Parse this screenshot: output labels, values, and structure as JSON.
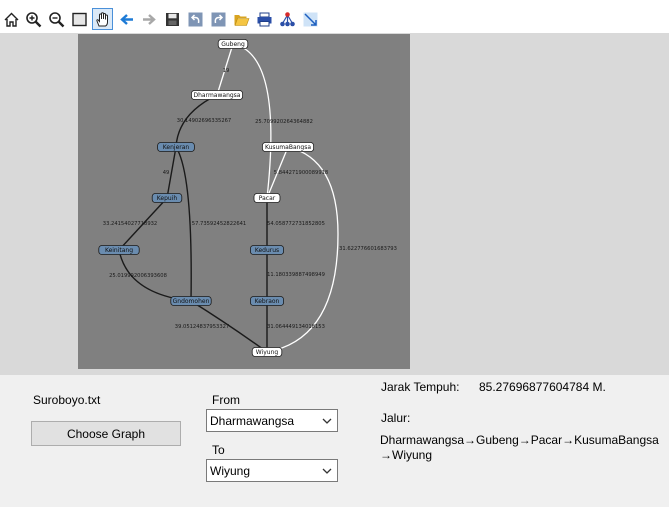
{
  "toolbar": {
    "buttons": [
      {
        "icon": "home-icon"
      },
      {
        "icon": "zoom-in-icon"
      },
      {
        "icon": "zoom-out-icon"
      },
      {
        "icon": "zoom-rect-icon"
      },
      {
        "icon": "pan-hand-icon",
        "active": true
      },
      {
        "icon": "back-arrow-icon"
      },
      {
        "icon": "forward-arrow-icon"
      },
      {
        "icon": "save-icon"
      },
      {
        "icon": "undo-icon"
      },
      {
        "icon": "redo-icon"
      },
      {
        "icon": "open-folder-icon"
      },
      {
        "icon": "print-icon"
      },
      {
        "icon": "tree-layout-icon"
      },
      {
        "icon": "resize-arrow-icon"
      }
    ]
  },
  "graph": {
    "nodes": [
      {
        "id": "Gubeng",
        "label": "Gubeng",
        "highlight": true
      },
      {
        "id": "Dharmawangsa",
        "label": "Dharmawangsa",
        "highlight": true
      },
      {
        "id": "Kenjeran",
        "label": "Kenjeran",
        "highlight": false
      },
      {
        "id": "Kepuih",
        "label": "Kepuih",
        "highlight": false
      },
      {
        "id": "Keinitang",
        "label": "Keinitang",
        "highlight": false
      },
      {
        "id": "Gndomohen",
        "label": "Gndomohen",
        "highlight": false
      },
      {
        "id": "KusumaBangsa",
        "label": "KusumaBangsa",
        "highlight": true
      },
      {
        "id": "Pacar",
        "label": "Pacar",
        "highlight": true
      },
      {
        "id": "Kedurus",
        "label": "Kedurus",
        "highlight": false
      },
      {
        "id": "Kebraon",
        "label": "Kebraon",
        "highlight": false
      },
      {
        "id": "Wiyung",
        "label": "Wiyung",
        "highlight": true
      }
    ],
    "edges": [
      {
        "from": "Gubeng",
        "to": "Dharmawangsa",
        "weight": "19",
        "highlight": true
      },
      {
        "from": "Gubeng",
        "to": "Pacar",
        "weight": "25.709920264364882",
        "highlight": true
      },
      {
        "from": "Dharmawangsa",
        "to": "Kenjeran",
        "weight": "30.14902696335267",
        "highlight": false
      },
      {
        "from": "Kenjeran",
        "to": "Kepuih",
        "weight": "49",
        "highlight": false
      },
      {
        "from": "Kenjeran",
        "to": "Gndomohen",
        "weight": "57.73592452822641",
        "highlight": false
      },
      {
        "from": "Kepuih",
        "to": "Keinitang",
        "weight": "33.24154027718932",
        "highlight": false
      },
      {
        "from": "Keinitang",
        "to": "Gndomohen",
        "weight": "25.019992006393608",
        "highlight": false
      },
      {
        "from": "Gndomohen",
        "to": "Wiyung",
        "weight": "39.05124837953327",
        "highlight": false
      },
      {
        "from": "Pacar",
        "to": "KusumaBangsa",
        "weight": "5.844271900089918",
        "highlight": true
      },
      {
        "from": "Pacar",
        "to": "Kedurus",
        "weight": "54.058772731852805",
        "highlight": false
      },
      {
        "from": "Kedurus",
        "to": "Kebraon",
        "weight": "11.180339887498949",
        "highlight": false
      },
      {
        "from": "Kebraon",
        "to": "Wiyung",
        "weight": "31.064449134018153",
        "highlight": false
      },
      {
        "from": "KusumaBangsa",
        "to": "Wiyung",
        "weight": "31.622776601683793",
        "highlight": true
      }
    ],
    "colors": {
      "background": "#808080",
      "highlight_node": "#ffffff",
      "normal_node": "#6a8caf",
      "highlight_edge": "#ffffff",
      "normal_edge": "#1a1a1a"
    }
  },
  "panel": {
    "file_name": "Suroboyo.txt",
    "choose_button": "Choose Graph",
    "from_label": "From",
    "from_value": "Dharmawangsa",
    "to_label": "To",
    "to_value": "Wiyung",
    "distance_label": "Jarak Tempuh:",
    "distance_value": "85.27696877604784 M.",
    "route_label": "Jalur:",
    "route_line1": "Dharmawangsa→Gubeng→Pacar→KusumaBangsa",
    "route_line2": "→Wiyung"
  }
}
